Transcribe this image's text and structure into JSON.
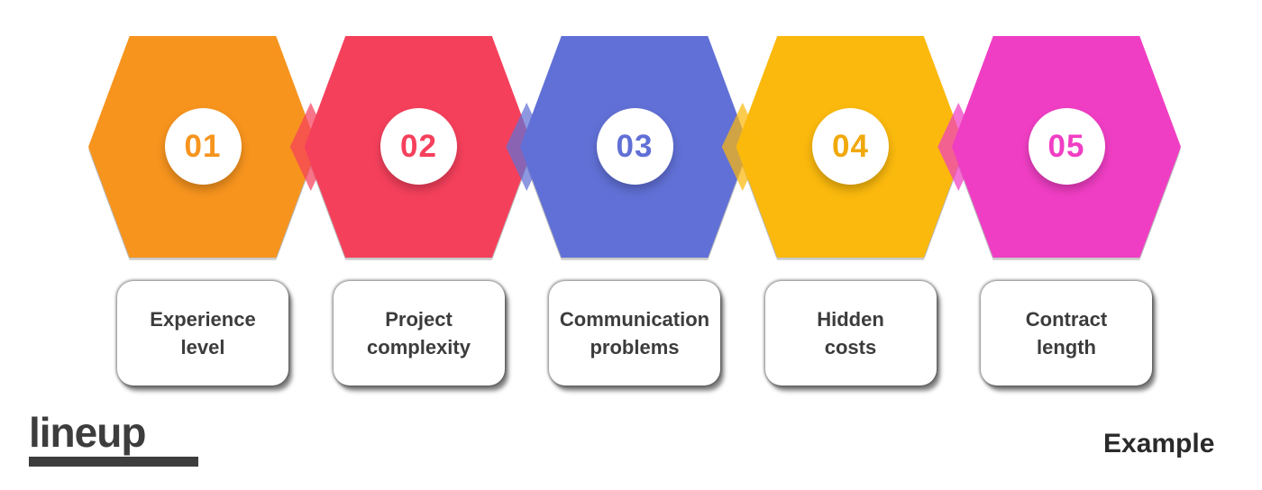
{
  "page": {
    "background_color": "#ffffff"
  },
  "steps": [
    {
      "number": "01",
      "label": "Experience\nlevel",
      "color": "#F7941E",
      "number_color": "#F7941E"
    },
    {
      "number": "02",
      "label": "Project\ncomplexity",
      "color": "#F5405C",
      "number_color": "#F5405C"
    },
    {
      "number": "03",
      "label": "Communication\nproblems",
      "color": "#6170D6",
      "number_color": "#6170D6"
    },
    {
      "number": "04",
      "label": "Hidden\ncosts",
      "color": "#FBB90D",
      "number_color": "#F0A90C"
    },
    {
      "number": "05",
      "label": "Contract\nlength",
      "color": "#F03EC4",
      "number_color": "#F03EC4"
    }
  ],
  "junctions": [
    {
      "overlay_color": "rgba(245,64,92,0.72)"
    },
    {
      "overlay_color": "rgba(97,112,214,0.72)"
    },
    {
      "overlay_color": "rgba(251,185,13,0.72)"
    },
    {
      "overlay_color": "rgba(240,62,196,0.72)"
    }
  ],
  "brand": {
    "logo_text": "lineup"
  },
  "watermark": {
    "text": "Example"
  }
}
